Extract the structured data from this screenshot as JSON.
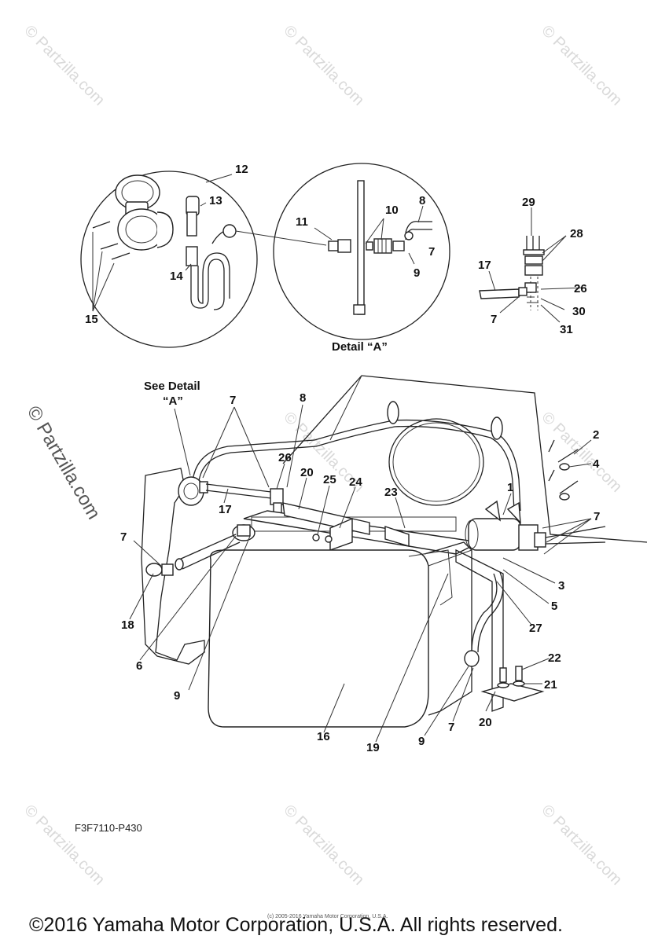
{
  "watermarks": {
    "text": "© Partzilla.com",
    "side_text": "© Partzilla.com"
  },
  "detail": {
    "see_detail": "See Detail",
    "see_detail_ref": "“A”",
    "detail_caption": "Detail “A”"
  },
  "callouts": {
    "c12": "12",
    "c13": "13",
    "c14": "14",
    "c15": "15",
    "c11": "11",
    "c10": "10",
    "c8_top": "8",
    "c7_top": "7",
    "c9_top": "9",
    "c29": "29",
    "c28": "28",
    "c17_top": "17",
    "c26_top": "26",
    "c7_mid": "7",
    "c30": "30",
    "c31": "31",
    "c7_main": "7",
    "c8_main": "8",
    "c26_main": "26",
    "c20_main": "20",
    "c25": "25",
    "c24": "24",
    "c23": "23",
    "c17_main": "17",
    "c1": "1",
    "c2": "2",
    "c4": "4",
    "c7_right": "7",
    "c7_left": "7",
    "c18": "18",
    "c6": "6",
    "c9_left": "9",
    "c3": "3",
    "c5": "5",
    "c27": "27",
    "c22": "22",
    "c21": "21",
    "c20_bottom": "20",
    "c16": "16",
    "c19": "19",
    "c9_bottom": "9",
    "c7_bottom": "7"
  },
  "reference_code": "F3F7110-P430",
  "tiny_copyright": "(c) 2005-2016 Yamaha Motor Corporation, U.S.A.",
  "footer": "©2016 Yamaha Motor Corporation, U.S.A. All rights reserved."
}
